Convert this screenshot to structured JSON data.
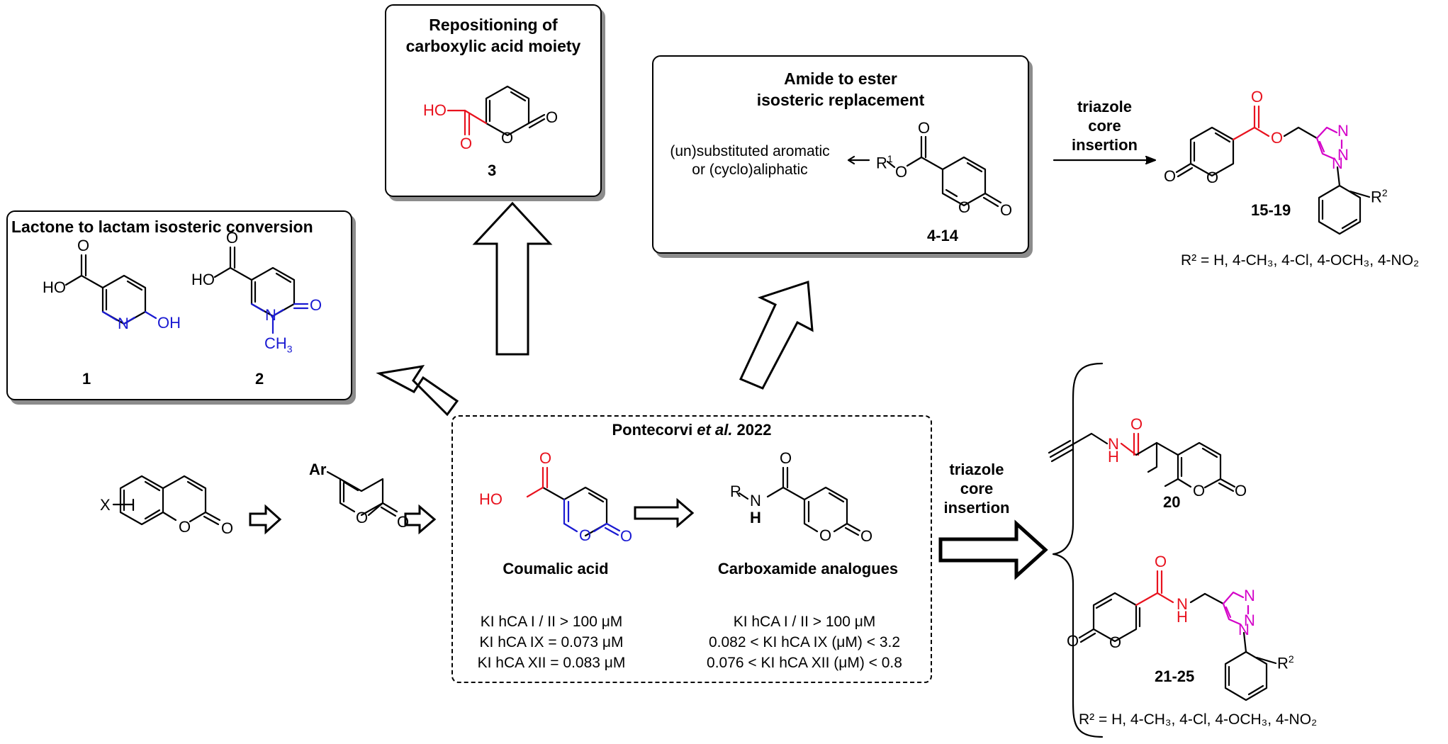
{
  "boxes": {
    "repositioning": {
      "title_line1": "Repositioning of",
      "title_line2": "carboxylic acid moiety",
      "compound": "3"
    },
    "lactam": {
      "title": "Lactone to lactam isosteric conversion",
      "compound_a": "1",
      "compound_b": "2"
    },
    "ester": {
      "title_line1": "Amide to ester",
      "title_line2": "isosteric replacement",
      "r1_desc_line1": "(un)substituted aromatic",
      "r1_desc_line2": "or (cyclo)aliphatic",
      "compound": "4-14"
    },
    "reference": {
      "author": "Pontecorvi ",
      "etal": "et al.",
      "year": " 2022"
    }
  },
  "steps": {
    "triazole_top": {
      "line1": "triazole",
      "line2": "core",
      "line3": "insertion"
    },
    "triazole_mid": {
      "line1": "triazole",
      "line2": "core",
      "line3": "insertion"
    }
  },
  "compounds": {
    "triazole_ester": "15-19",
    "propargyl_amide": "20",
    "triazole_amide": "21-25",
    "coumalic_acid": "Coumalic acid",
    "carboxamides": "Carboxamide analogues"
  },
  "substituents": {
    "r2_top": "R² = H, 4-CH₃, 4-Cl, 4-OCH₃, 4-NO₂",
    "r2_bottom": "R² = H, 4-CH₃, 4-Cl, 4-OCH₃, 4-NO₂"
  },
  "ki_values": {
    "coumalic": [
      "KI hCA I / II > 100 μM",
      "KI hCA IX = 0.073 μM",
      "KI hCA XII = 0.083 μM"
    ],
    "carboxamide": [
      "KI hCA I / II > 100 μM",
      "0.082 < KI hCA IX (μM) < 3.2",
      "0.076 < KI hCA XII (μM) < 0.8"
    ]
  },
  "atom_labels": {
    "HO": "HO",
    "OH": "OH",
    "O": "O",
    "N": "N",
    "H": "H",
    "NH": "N",
    "CH3": "CH",
    "sub3": "3",
    "R": "R",
    "R1": "R",
    "sup1": "1",
    "R2": "R",
    "sup2": "2",
    "X": "X",
    "Ar": "Ar"
  },
  "colors": {
    "acid": "#e8121e",
    "lactam": "#1a1ad2",
    "triazole": "#d400c8",
    "shadow": "#8c8c8c"
  }
}
